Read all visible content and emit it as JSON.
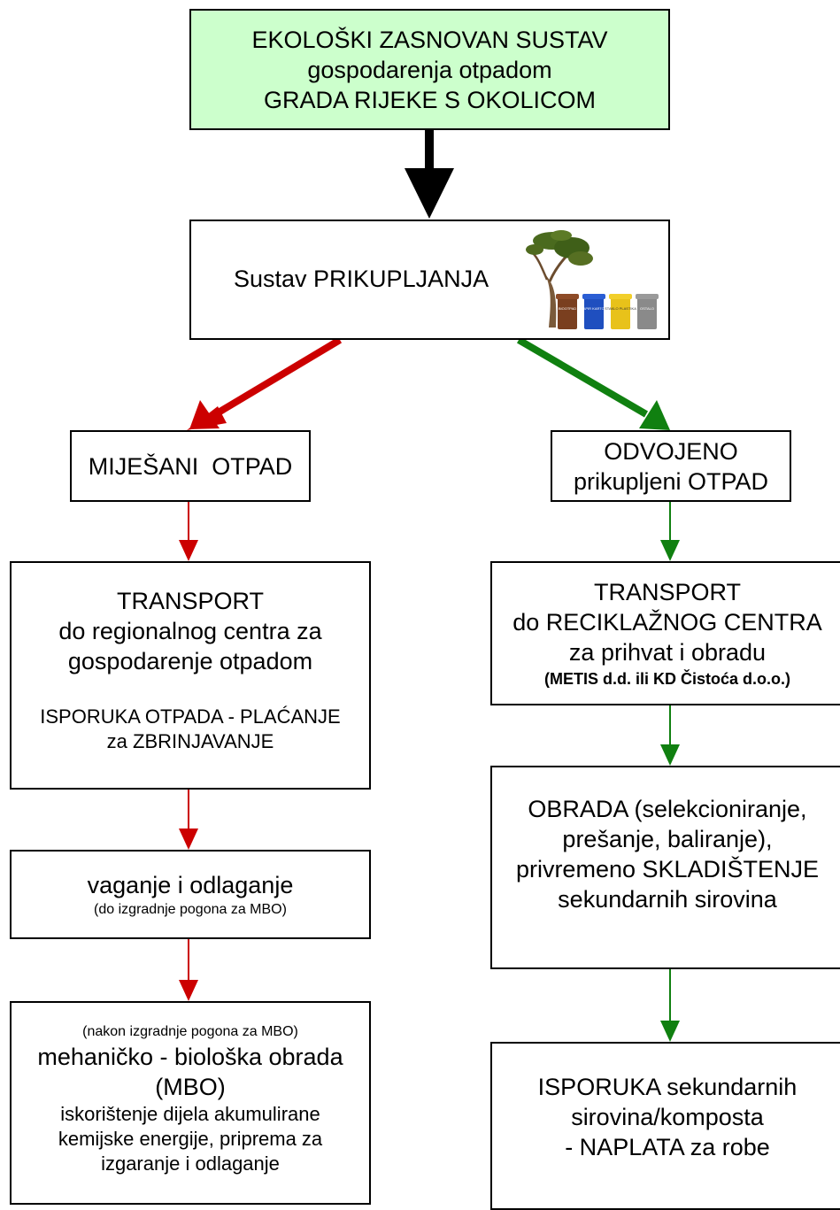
{
  "top": {
    "line1": "EKOLOŠKI ZASNOVAN SUSTAV",
    "line2": "gospodarenja otpadom",
    "line3": "GRADA RIJEKE S OKOLICOM"
  },
  "collection": {
    "label": "Sustav PRIKUPLJANJA",
    "bins": [
      "BIOOTPAD",
      "PAPIR KARTON",
      "STAKLO PLASTIKA",
      "OSTALO"
    ]
  },
  "mixed": {
    "label": "MIJEŠANI  OTPAD"
  },
  "separated": {
    "line1": "ODVOJENO",
    "line2": "prikupljeni OTPAD"
  },
  "transport_left": {
    "line1": "TRANSPORT",
    "line2": "do regionalnog centra za",
    "line3": "gospodarenje otpadom",
    "line4": "ISPORUKA OTPADA - PLAĆANJE",
    "line5": "za ZBRINJAVANJE"
  },
  "weighing": {
    "line1": "vaganje i odlaganje",
    "line2": "(do izgradnje pogona za MBO)"
  },
  "mbo": {
    "line1": "(nakon izgradnje pogona za MBO)",
    "line2": "mehaničko - biološka obrada",
    "line3": "(MBO)",
    "line4": "iskorištenje dijela akumulirane",
    "line5": "kemijske energije, priprema za",
    "line6": "izgaranje i odlaganje"
  },
  "transport_right": {
    "line1": "TRANSPORT",
    "line2": "do RECIKLAŽNOG CENTRA",
    "line3": "za prihvat i obradu",
    "line4": "(METIS d.d. ili KD Čistoća d.o.o.)"
  },
  "processing": {
    "line1": "OBRADA (selekcioniranje,",
    "line2": "prešanje, baliranje),",
    "line3": "privremeno SKLADIŠTENJE",
    "line4": "sekundarnih sirovina"
  },
  "delivery": {
    "line1": "ISPORUKA sekundarnih",
    "line2": "sirovina/komposta",
    "line3": "- NAPLATA za robe"
  },
  "colors": {
    "top_fill": "#ccffcc",
    "red_arrow": "#cc0000",
    "green_arrow": "#108010",
    "black_arrow": "#000000"
  }
}
